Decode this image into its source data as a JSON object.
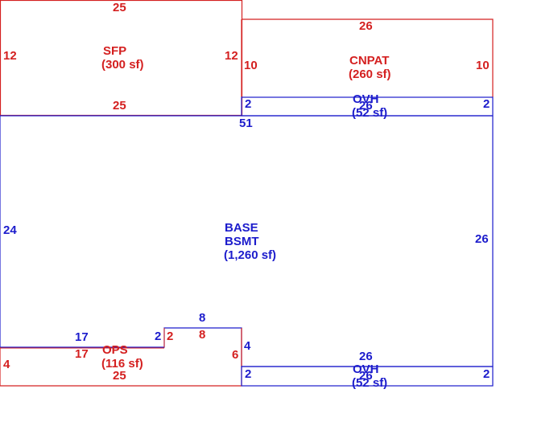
{
  "colors": {
    "red": "#d42020",
    "blue": "#1c1ccc"
  },
  "areas": {
    "sfp": {
      "name": "SFP",
      "size": "(300 sf)"
    },
    "cnpat": {
      "name": "CNPAT",
      "size": "(260 sf)"
    },
    "ovh_top": {
      "name": "OVH",
      "dim": "26",
      "size": "(52 sf)"
    },
    "base": {
      "name1": "BASE",
      "name2": "BSMT",
      "size": "(1,260 sf)"
    },
    "ops": {
      "name": "OPS",
      "size": "(116 sf)"
    },
    "ovh_bottom": {
      "name": "OVH",
      "dim": "26",
      "size": "(52 sf)"
    }
  },
  "dims": {
    "sfp_top": "25",
    "sfp_left": "12",
    "sfp_right": "12",
    "sfp_bottom": "25",
    "cnpat_top": "26",
    "cnpat_left": "10",
    "cnpat_right": "10",
    "ovh_top_left": "2",
    "ovh_top_right": "2",
    "base_top": "51",
    "base_left": "24",
    "base_right": "26",
    "base_step_top": "8",
    "base_step_left": "2",
    "base_step_right": "4",
    "base_lower_left": "17",
    "ops_left": "4",
    "ops_top": "17",
    "ops_step_left": "2",
    "ops_step_top": "8",
    "ops_right": "6",
    "ops_bottom": "25",
    "ovh_bottom_top": "26",
    "ovh_bottom_left": "2",
    "ovh_bottom_right": "2"
  }
}
